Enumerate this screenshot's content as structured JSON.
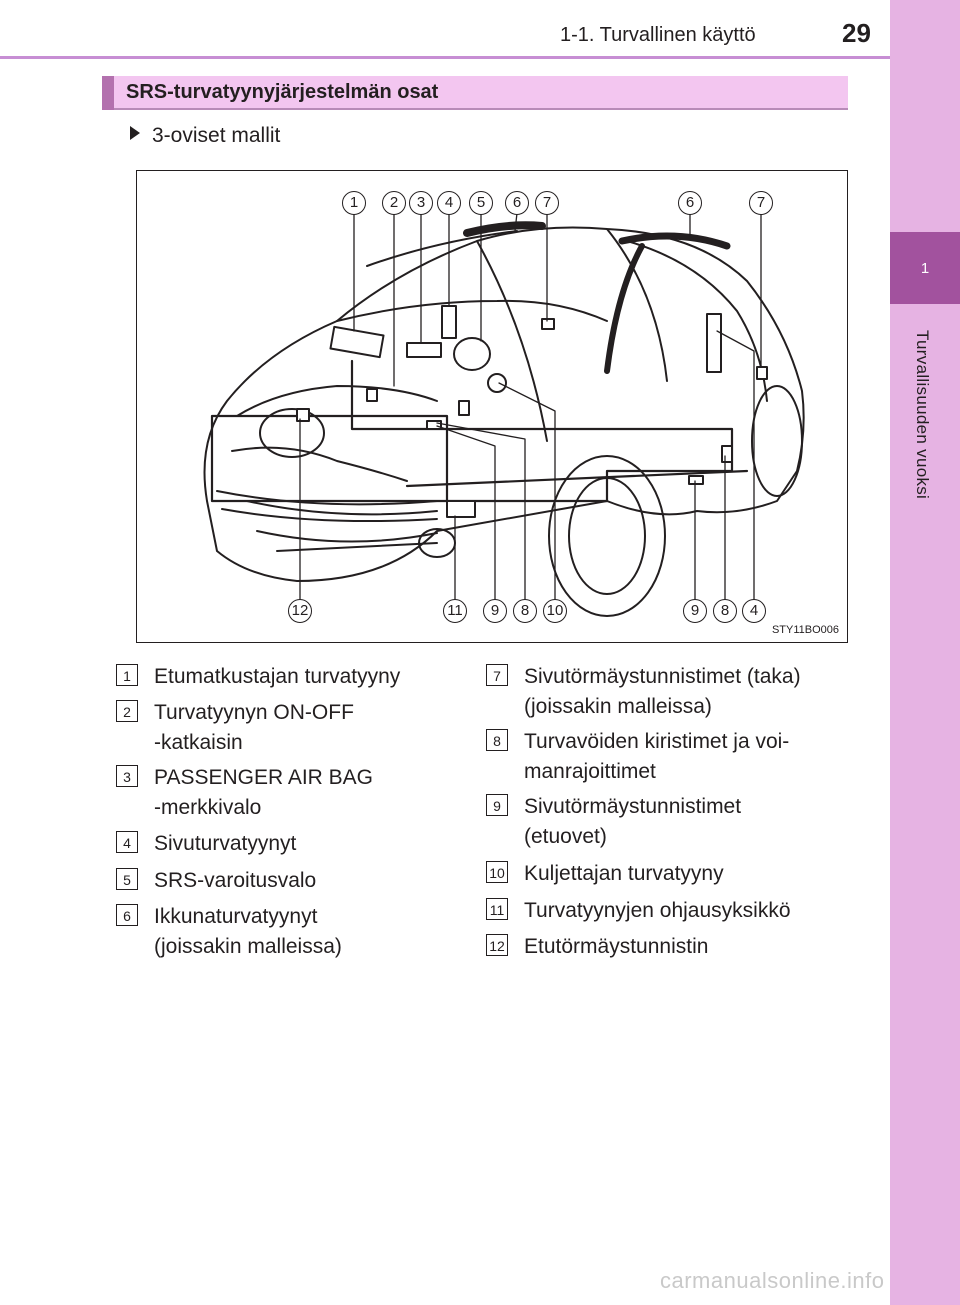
{
  "header": {
    "section": "1-1. Turvallinen käyttö",
    "page_number": "29"
  },
  "side_tab": {
    "chapter_number": "1",
    "chapter_title": "Turvallisuuden vuoksi"
  },
  "section_title": "SRS-turvatyynyjärjestelmän osat",
  "subheading": "3-oviset mallit",
  "figure": {
    "code": "STY11BO006",
    "callouts_top": [
      "1",
      "2",
      "3",
      "4",
      "5",
      "6",
      "7",
      "6",
      "7"
    ],
    "callouts_bottom": [
      "12",
      "11",
      "9",
      "8",
      "10",
      "9",
      "8",
      "4"
    ]
  },
  "legend_left": [
    {
      "num": "1",
      "text": "Etumatkustajan turvatyyny"
    },
    {
      "num": "2",
      "text": "Turvatyynyn ON-OFF\n-katkaisin"
    },
    {
      "num": "3",
      "text": "PASSENGER AIR BAG\n-merkkivalo"
    },
    {
      "num": "4",
      "text": "Sivuturvatyynyt"
    },
    {
      "num": "5",
      "text": "SRS-varoitusvalo"
    },
    {
      "num": "6",
      "text": "Ikkunaturvatyynyt\n(joissakin malleissa)"
    }
  ],
  "legend_right": [
    {
      "num": "7",
      "text": "Sivutörmäystunnistimet (taka)\n(joissakin malleissa)"
    },
    {
      "num": "8",
      "text": "Turvavöiden kiristimet ja voi-\nmanrajoittimet"
    },
    {
      "num": "9",
      "text": "Sivutörmäystunnistimet\n(etuovet)"
    },
    {
      "num": "10",
      "text": "Kuljettajan turvatyyny"
    },
    {
      "num": "11",
      "text": "Turvatyynyjen ohjausyksikkö"
    },
    {
      "num": "12",
      "text": "Etutörmäystunnistin"
    }
  ],
  "watermark": "carmanualsonline.info",
  "colors": {
    "tab_light": "#e6b3e3",
    "tab_dark": "#a2529e",
    "title_bg": "#f3c6f0",
    "accent": "#b371ae"
  }
}
